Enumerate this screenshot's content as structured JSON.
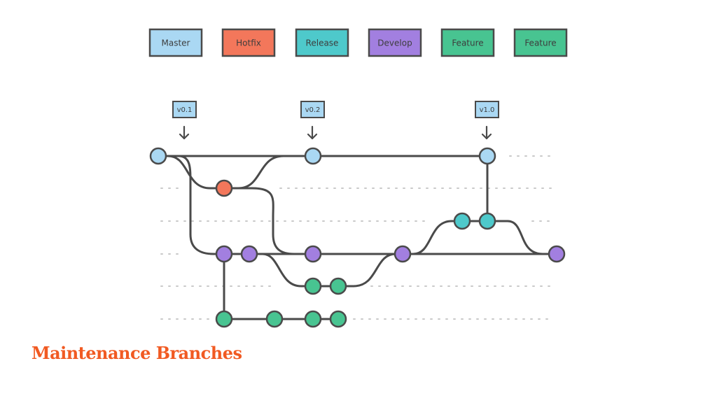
{
  "colors": {
    "master": "#aad8f3",
    "hotfix": "#f3775b",
    "release": "#4ec9cb",
    "develop": "#a27fe0",
    "feature": "#48c491",
    "line": "#4a4a4a",
    "dots": "#c9c9c9",
    "title": "#f15a22"
  },
  "legend": [
    {
      "id": "master",
      "label": "Master",
      "color": "#aad8f3"
    },
    {
      "id": "hotfix",
      "label": "Hotfix",
      "color": "#f3775b"
    },
    {
      "id": "release",
      "label": "Release",
      "color": "#4ec9cb"
    },
    {
      "id": "develop",
      "label": "Develop",
      "color": "#a27fe0"
    },
    {
      "id": "feature-1",
      "label": "Feature",
      "color": "#48c491"
    },
    {
      "id": "feature-2",
      "label": "Feature",
      "color": "#48c491"
    }
  ],
  "tags": [
    {
      "id": "v01",
      "label": "v0.1"
    },
    {
      "id": "v02",
      "label": "v0.2"
    },
    {
      "id": "v10",
      "label": "v1.0"
    }
  ],
  "title": "Maintenance Branches"
}
